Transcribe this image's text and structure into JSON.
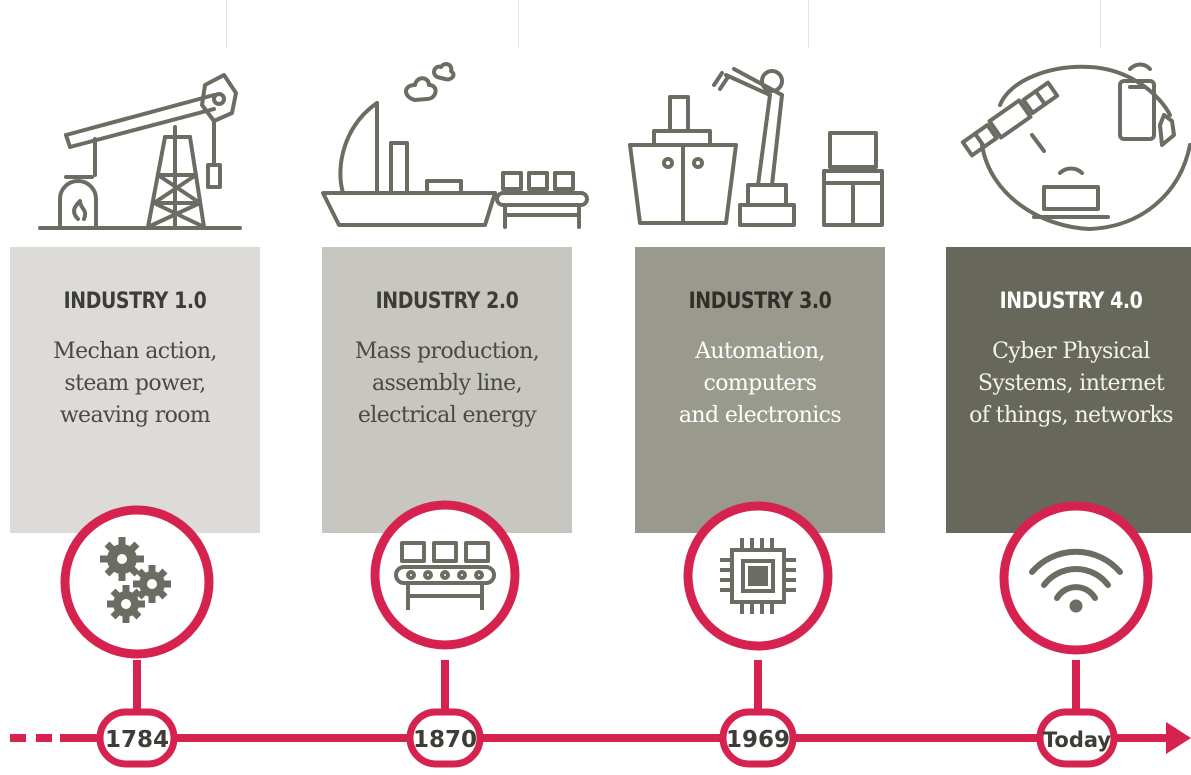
{
  "stages": [
    {
      "title": "INDUSTRY 1.0",
      "description": "Mechan action,\nsteam power,\nweaving room",
      "year": "1784",
      "panel_color": "#dcdbd7",
      "title_color": "#3d3c37",
      "desc_color": "#4a4943",
      "center_icon": "gears-icon",
      "illustration": "pumpjack-furnace-icon"
    },
    {
      "title": "INDUSTRY 2.0",
      "description": "Mass production,\nassembly line,\nelectrical energy",
      "year": "1870",
      "panel_color": "#c7c6c0",
      "title_color": "#3d3c37",
      "desc_color": "#4a4943",
      "center_icon": "conveyor-belt-icon",
      "illustration": "steamship-conveyor-icon"
    },
    {
      "title": "INDUSTRY 3.0",
      "description": "Automation,\ncomputers\nand electronics",
      "year": "1969",
      "panel_color": "#9a998d",
      "title_color": "#2f2e29",
      "desc_color": "#ffffff",
      "center_icon": "microchip-icon",
      "illustration": "ship-robot-arm-computer-icon"
    },
    {
      "title": "INDUSTRY 4.0",
      "description": "Cyber Physical\nSystems, internet\nof things, networks",
      "year": "Today",
      "panel_color": "#68675c",
      "title_color": "#ffffff",
      "desc_color": "#f2f2ee",
      "center_icon": "wifi-icon",
      "illustration": "satellite-phone-laptop-network-icon"
    }
  ],
  "colors": {
    "accent": "#d6224e",
    "icon_gray": "#6d6c62"
  }
}
